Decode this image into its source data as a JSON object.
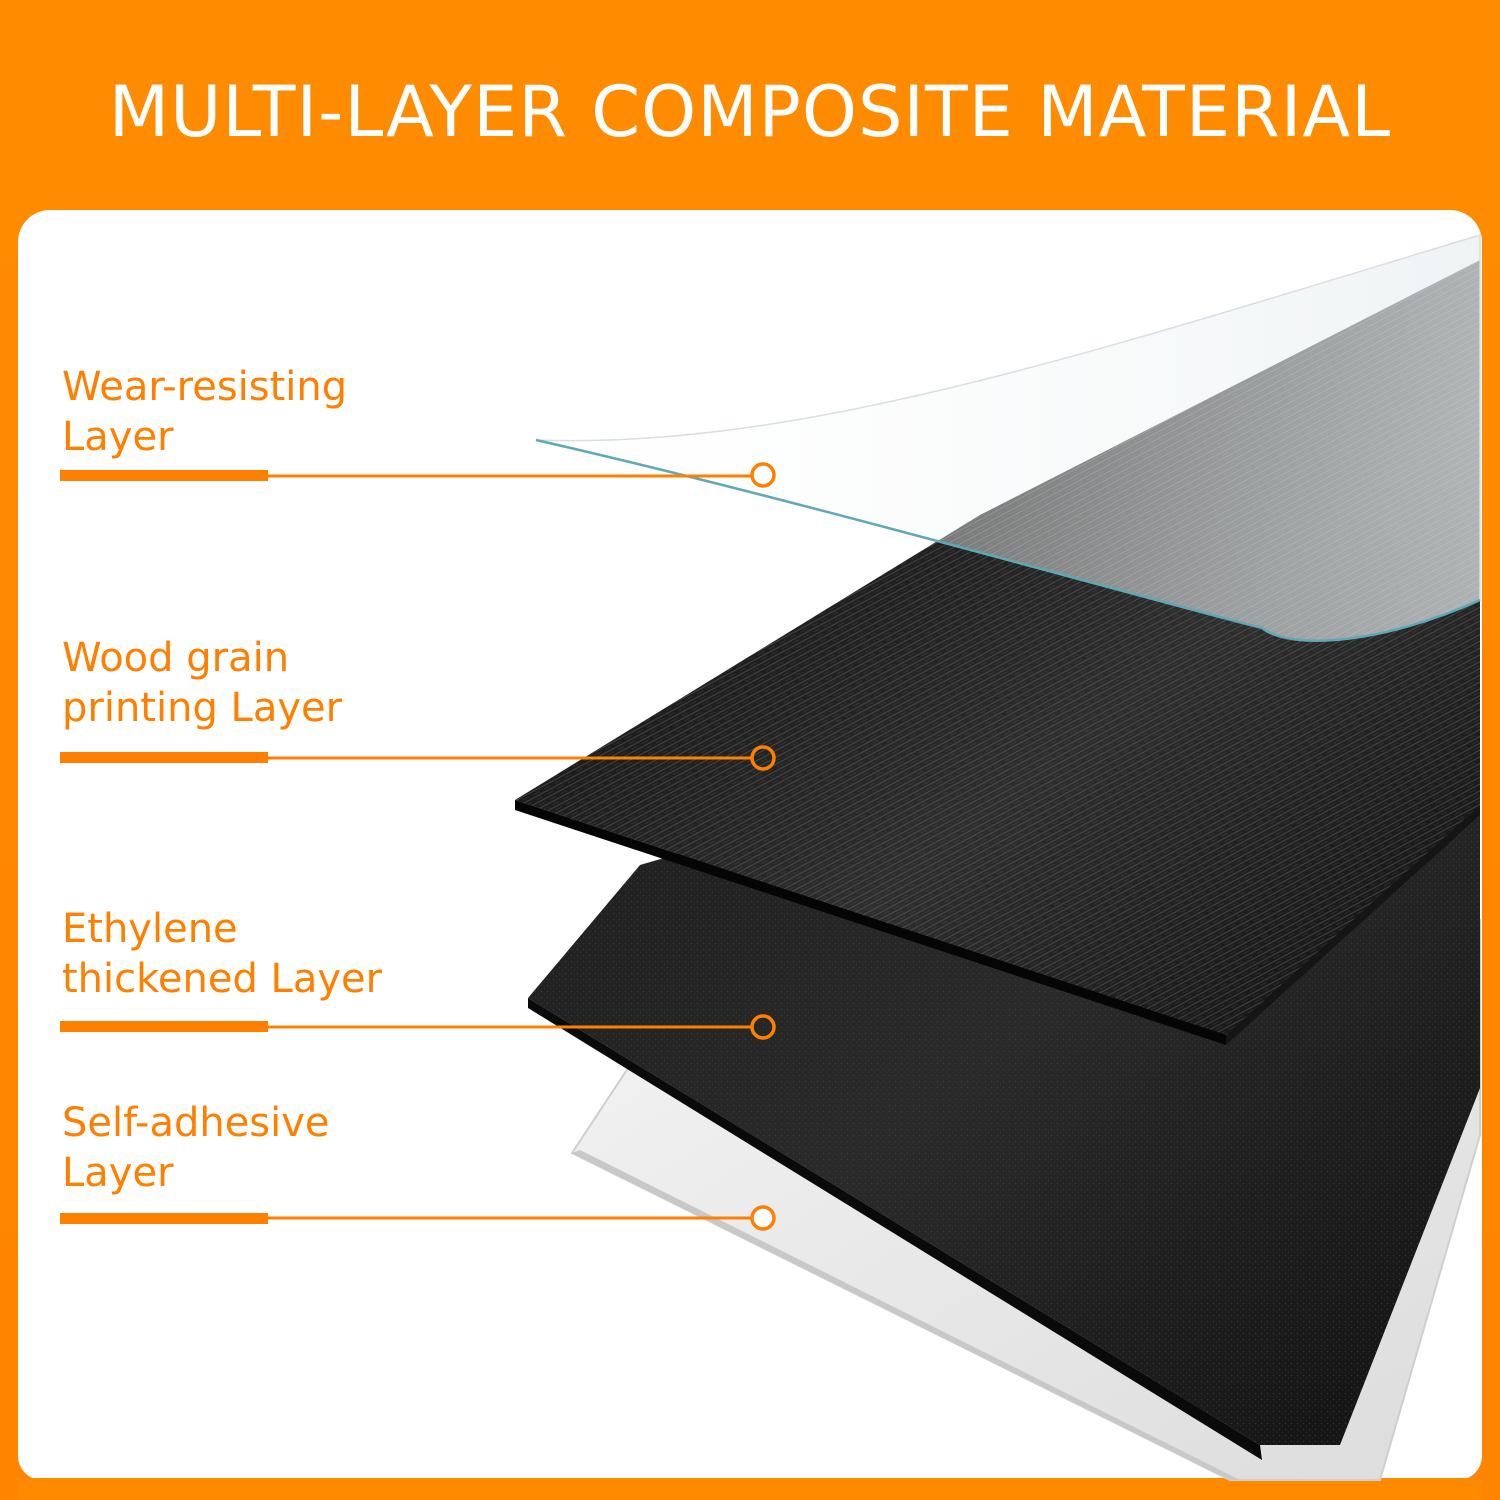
{
  "header": {
    "title": "MULTI-LAYER COMPOSITE MATERIAL"
  },
  "layers": [
    {
      "label": "Wear-resisting\nLayer",
      "icon": "transparent-film-layer"
    },
    {
      "label": "Wood grain\nprinting Layer",
      "icon": "black-wood-grain-plank"
    },
    {
      "label": "Ethylene\nthickened Layer",
      "icon": "black-foam-layer"
    },
    {
      "label": "Self-adhesive\nLayer",
      "icon": "white-backing-sheet"
    }
  ],
  "colors": {
    "accent": "#ff8a00",
    "label_text": "#ff7f00",
    "title_text": "#ffffff",
    "panel_bg": "#ffffff"
  }
}
